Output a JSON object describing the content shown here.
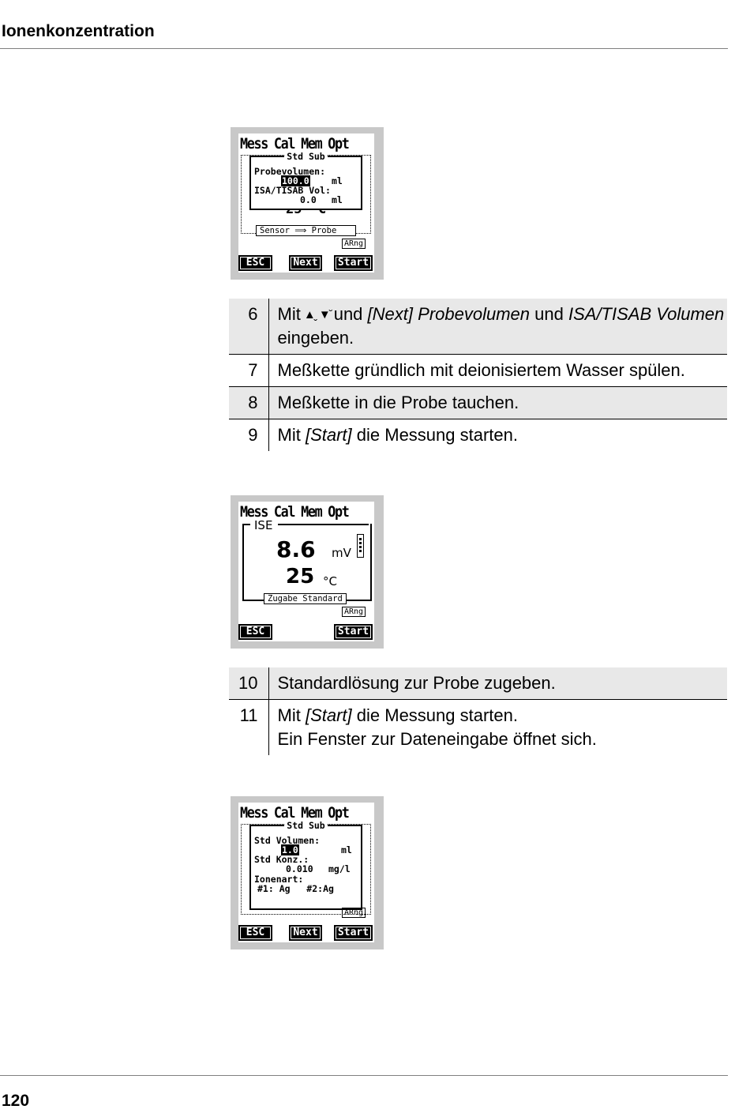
{
  "header": {
    "title": "Ionenkonzentration"
  },
  "footer": {
    "page_number": "120"
  },
  "screen1": {
    "menu": [
      "Mess",
      "Cal",
      "Mem",
      "Opt"
    ],
    "dialog_title": "Std Sub",
    "line1": "Probevolumen:",
    "value1": "100.0",
    "unit1": "ml",
    "line2": "ISA/TISAB Vol:",
    "value2": "0.0",
    "unit2": "ml",
    "hidden_temp": "25 °C",
    "box_label_left": "Sensor",
    "box_label_right": "Probe",
    "arng": "ARng",
    "softkeys": [
      "ESC",
      "Next",
      "Start"
    ]
  },
  "steps_a": [
    {
      "num": "6",
      "parts": [
        "Mit",
        "und",
        "[Next]",
        "Probevolumen",
        "und",
        "ISA/TISAB Volumen",
        "eingeben."
      ]
    },
    {
      "num": "7",
      "text": "Meßkette gründlich mit deionisiertem Wasser spülen."
    },
    {
      "num": "8",
      "text": "Meßkette in die Probe tauchen."
    },
    {
      "num": "9",
      "parts": [
        "Mit",
        "[Start]",
        "die Messung starten."
      ]
    }
  ],
  "screen2": {
    "menu": [
      "Mess",
      "Cal",
      "Mem",
      "Opt"
    ],
    "label": "ISE",
    "value": "8.6",
    "unit": "mV",
    "temp": "25",
    "temp_unit": "°C",
    "box_label": "Zugabe Standard",
    "arng": "ARng",
    "softkeys": [
      "ESC",
      "Start"
    ]
  },
  "steps_b": [
    {
      "num": "10",
      "text": "Standardlösung zur Probe zugeben."
    },
    {
      "num": "11",
      "parts": [
        "Mit",
        "[Start]",
        "die Messung starten.",
        "Ein Fenster zur Dateneingabe öffnet sich."
      ]
    }
  ],
  "screen3": {
    "menu": [
      "Mess",
      "Cal",
      "Mem",
      "Opt"
    ],
    "dialog_title": "Std Sub",
    "line1": "Std Volumen:",
    "value1": "1.0",
    "unit1": "ml",
    "line2": "Std Konz.:",
    "value2": "0.010",
    "unit2": "mg/l",
    "line3": "Ionenart:",
    "line4": "#1: Ag   #2:Ag",
    "arng": "ARng",
    "softkeys": [
      "ESC",
      "Next",
      "Start"
    ]
  }
}
